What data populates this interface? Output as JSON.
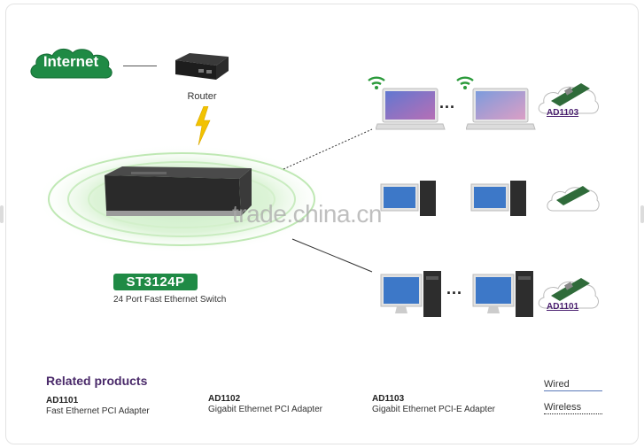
{
  "internet": {
    "label": "Internet"
  },
  "router": {
    "label": "Router"
  },
  "switch": {
    "model": "ST3124P",
    "description": "24 Port Fast Ethernet Switch"
  },
  "watermark": "trade.china.cn",
  "rows": [
    {
      "kind": "laptop",
      "adapter": "AD1103"
    },
    {
      "kind": "desktop",
      "adapter": ""
    },
    {
      "kind": "desktop",
      "adapter": "AD1101"
    }
  ],
  "ellipsis": "...",
  "related": {
    "title": "Related products",
    "items": [
      {
        "name": "AD1101",
        "desc": "Fast Ethernet PCI Adapter"
      },
      {
        "name": "AD1102",
        "desc": "Gigabit Ethernet PCI Adapter"
      },
      {
        "name": "AD1103",
        "desc": "Gigabit Ethernet PCI-E Adapter"
      }
    ]
  },
  "legend": {
    "wired": "Wired",
    "wireless": "Wireless"
  },
  "colors": {
    "cloud_green": "#1f8a45",
    "badge_green": "#1f8a45",
    "adapter_purple": "#4a1f6f",
    "wifi_green": "#2a9a3a",
    "wired_line": "#5b7ab8"
  }
}
